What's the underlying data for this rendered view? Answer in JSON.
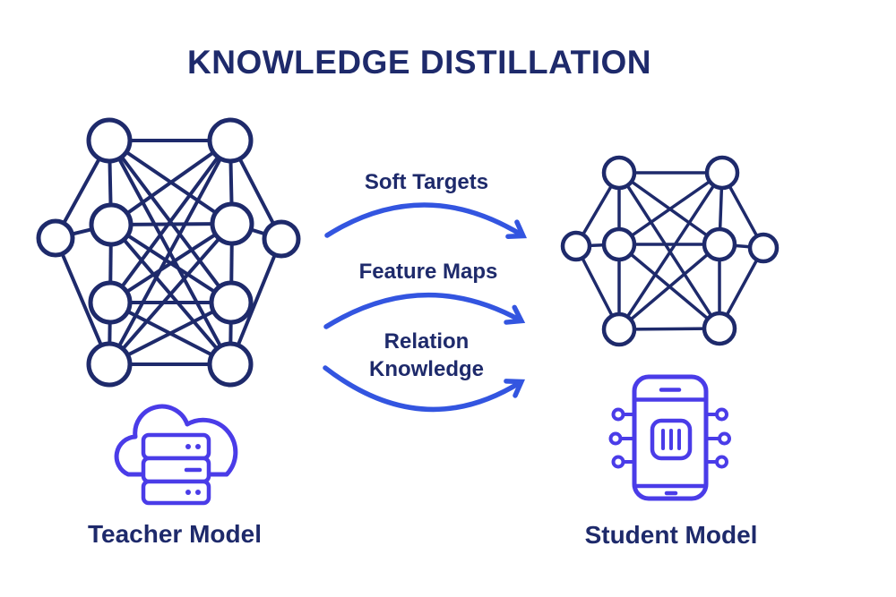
{
  "title": "KNOWLEDGE DISTILLATION",
  "colors": {
    "navy": "#1e2a6b",
    "arrow_blue": "#3355e0",
    "icon_indigo": "#4a3ce8",
    "background": "#ffffff"
  },
  "transfers": {
    "arrow1_label": "Soft Targets",
    "arrow2_label": "Feature Maps",
    "arrow3_label_line1": "Relation",
    "arrow3_label_line2": "Knowledge"
  },
  "teacher": {
    "label": "Teacher Model",
    "network_nodes": 10,
    "icon": "cloud-server-icon"
  },
  "student": {
    "label": "Student Model",
    "network_nodes": 8,
    "icon": "smartphone-chip-icon"
  }
}
